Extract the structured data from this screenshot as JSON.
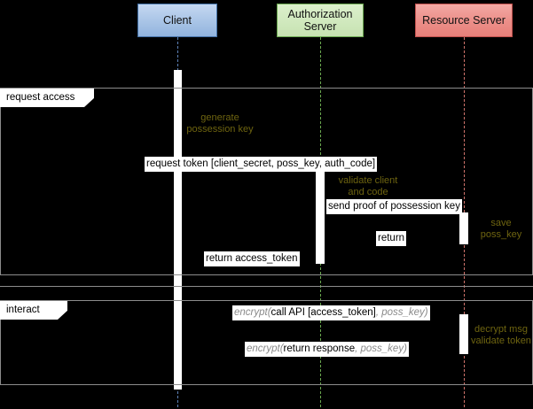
{
  "diagram": {
    "title": "OAuth proof-of-possession sequence",
    "background": "#000000",
    "participants": [
      {
        "name": "client",
        "label": "Client",
        "color": "#a8c4e6",
        "border": "#4472a8",
        "lifeline_color": "#5d82b8"
      },
      {
        "name": "authorization-server",
        "label": "Authorization\nServer",
        "color": "#cfe8bc",
        "border": "#6aa84f",
        "lifeline_color": "#6aa84f"
      },
      {
        "name": "resource-server",
        "label": "Resource Server",
        "color": "#ec8e88",
        "border": "#c0504d",
        "lifeline_color": "#d0736b"
      }
    ],
    "fragments": [
      {
        "name": "request-access",
        "label": "request access"
      },
      {
        "name": "interact",
        "label": "interact"
      }
    ],
    "notes": [
      {
        "name": "generate-possession-key",
        "text": "generate\npossession key",
        "color": "#6e6410"
      },
      {
        "name": "validate-client-and-code",
        "text": "validate client\nand code",
        "color": "#6e6410"
      },
      {
        "name": "save-poss-key",
        "text": "save\nposs_key",
        "color": "#6e6410"
      },
      {
        "name": "decrypt-validate",
        "text": "decrypt msg\nvalidate token",
        "color": "#6e6410"
      }
    ],
    "messages": [
      {
        "name": "request-token",
        "text": "request token [client_secret, poss_key, auth_code]"
      },
      {
        "name": "send-proof-of-possession-key",
        "text": "send proof of possession key"
      },
      {
        "name": "return",
        "text": "return"
      },
      {
        "name": "return-access-token",
        "text": "return access_token"
      },
      {
        "name": "call-api",
        "prefix": "encrypt(",
        "core": "call API [access_token]",
        "suffix": ", poss_key)"
      },
      {
        "name": "return-response",
        "prefix": "encrypt(",
        "core": "return response",
        "suffix": ", poss_key)"
      }
    ]
  }
}
